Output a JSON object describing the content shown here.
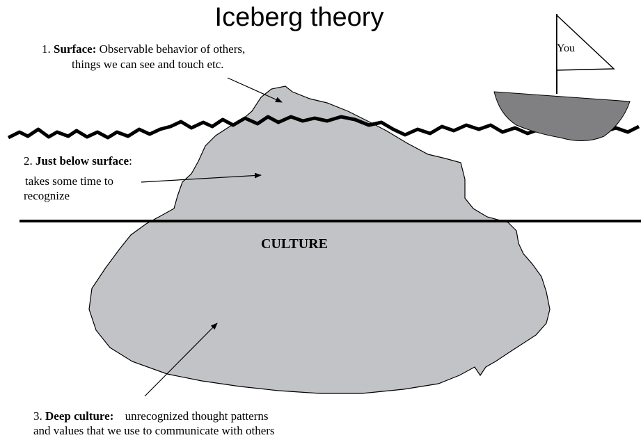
{
  "title": "Iceberg theory",
  "surface": {
    "num": "1.",
    "term": "Surface:",
    "desc1": "Observable behavior of others,",
    "desc2": "things we can see and touch etc."
  },
  "below": {
    "num": "2.",
    "term": "Just below surface",
    "colon": ":",
    "desc1": "takes some time to",
    "desc2": "recognize"
  },
  "deep": {
    "num": "3.",
    "term": "Deep culture:",
    "desc1": "unrecognized thought patterns",
    "desc2": "and values that we use to communicate with others"
  },
  "culture_label": "CULTURE",
  "boat_label": "You",
  "colors": {
    "iceberg": "#c2c3c6",
    "boat_hull": "#808083",
    "line": "#000000"
  }
}
